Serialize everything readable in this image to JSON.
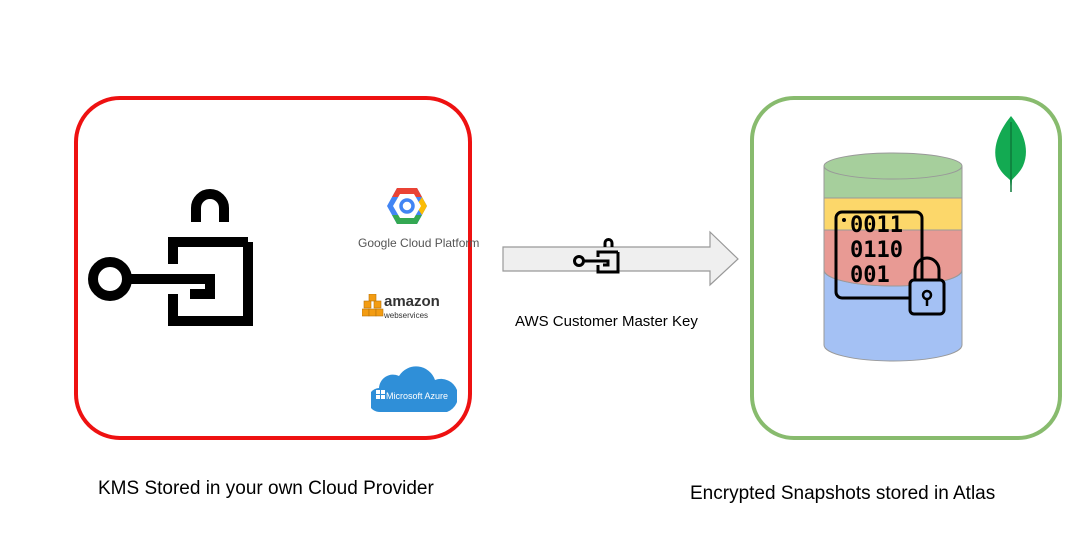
{
  "providers": {
    "gcp_label": "Google Cloud Platform",
    "aws_label_main": "amazon",
    "aws_label_sub": "webservices",
    "azure_label": "Microsoft Azure"
  },
  "arrow": {
    "label": "AWS Customer Master Key"
  },
  "database": {
    "binary_rows": [
      "0011",
      "0110",
      "001"
    ]
  },
  "captions": {
    "kms": "KMS Stored in your own Cloud Provider",
    "atlas": "Encrypted Snapshots stored in Atlas"
  },
  "colors": {
    "kms_border": "#ee1111",
    "atlas_border": "#88bb6e",
    "db_green": "#a6cf9c",
    "db_yellow": "#fcd76a",
    "db_red": "#e89a94",
    "db_blue": "#a4c1f4",
    "mongo_leaf": "#13aa52"
  }
}
